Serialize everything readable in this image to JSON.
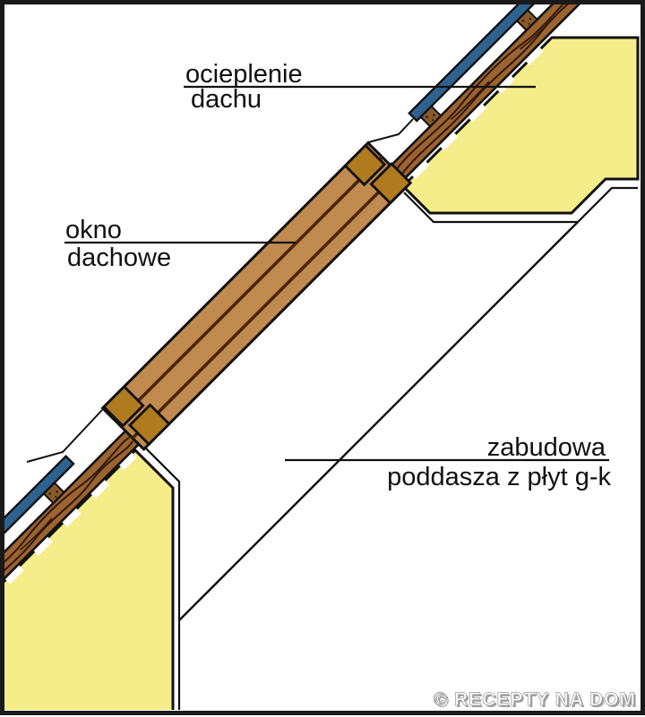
{
  "diagram": {
    "title": "roof window installation cross-section",
    "labels": {
      "insulation": {
        "line1": "ocieplenie",
        "line2": "dachu"
      },
      "window": {
        "line1": "okno",
        "line2": "dachowe"
      },
      "drywall": {
        "line1": "zabudowa",
        "line2": "poddasza z płyt g-k"
      }
    },
    "watermark": "© RECEPTY NA DOM",
    "colors": {
      "insulation_yellow": "#f5ec8a",
      "roof_covering_blue": "#2e6391",
      "rafter_brown": "#9c6430",
      "window_frame_tan": "#c18a4e",
      "mounting_block_brown": "#b07a1e",
      "batten_brown": "#8a5a28",
      "grain_dark": "#30190a",
      "outline_black": "#111111",
      "watermark_gray": "#9a9a9a"
    }
  }
}
